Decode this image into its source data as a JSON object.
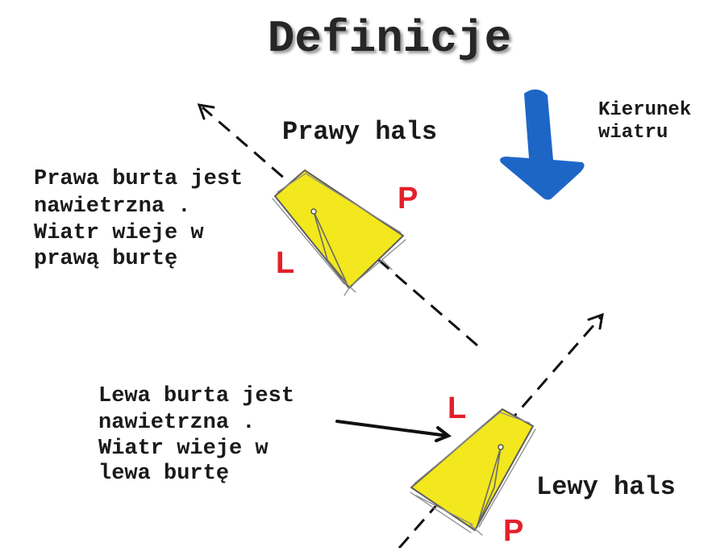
{
  "title": "Definicje",
  "wind": {
    "label": [
      "Kierunek",
      "wiatru"
    ],
    "icon": "wind-direction-arrow-icon"
  },
  "starboard_tack": {
    "label": "Prawy hals",
    "description": [
      "Prawa burta jest",
      "nawietrzna .",
      "Wiatr wieje w",
      "prawą burtę"
    ],
    "markers": {
      "right": "P",
      "left": "L"
    }
  },
  "port_tack": {
    "label": "Lewy hals",
    "description": [
      "Lewa burta jest",
      "nawietrzna .",
      "Wiatr wieje w",
      "lewa burtę"
    ],
    "markers": {
      "left": "L",
      "right": "P"
    }
  },
  "colors": {
    "boat_fill": "#f3e71d",
    "marker": "#e3202a",
    "wind_arrow": "#1e66c6"
  }
}
